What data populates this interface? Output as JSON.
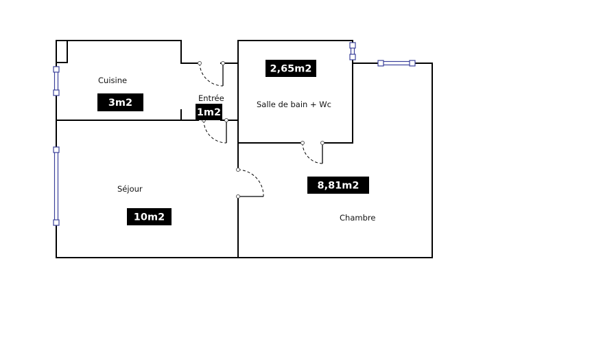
{
  "rooms": {
    "cuisine": {
      "name": "Cuisine",
      "area": "3m2"
    },
    "entree": {
      "name": "Entrée",
      "area": "1m2"
    },
    "sdb": {
      "name": "Salle de bain + Wc",
      "area": "2,65m2"
    },
    "sejour": {
      "name": "Séjour",
      "area": "10m2"
    },
    "chambre": {
      "name": "Chambre",
      "area": "8,81m2"
    }
  },
  "colors": {
    "walls": "#000000",
    "windows": "#3a3f9a",
    "area_label_bg": "#000000",
    "area_label_text": "#ffffff"
  }
}
